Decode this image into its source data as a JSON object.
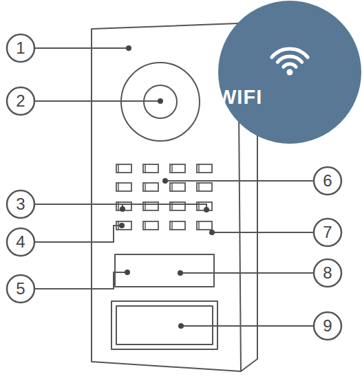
{
  "diagram": {
    "nodes": [
      {
        "text": [
          "WIFI"
        ]
      }
    ],
    "labels": [
      "1",
      "2",
      "3",
      "4",
      "5",
      "6",
      "7",
      "8",
      "9"
    ]
  }
}
